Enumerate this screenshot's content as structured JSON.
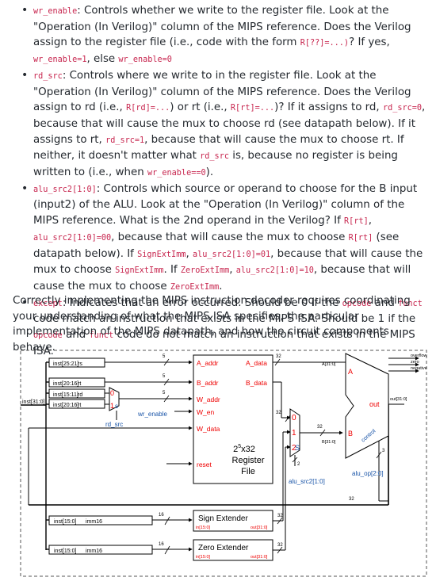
{
  "bullets": [
    {
      "parts": [
        {
          "c": "wr_enable"
        },
        {
          "t": ": Controls whether we write to the register file. Look at the \"Operation (In Verilog)\" column of the MIPS reference. Does the Verilog assign to the register file (i.e., code with the form "
        },
        {
          "c": "R[??]=...)"
        },
        {
          "t": "? If yes, "
        },
        {
          "c": "wr_enable=1"
        },
        {
          "t": ", else "
        },
        {
          "c": "wr_enable=0"
        }
      ]
    },
    {
      "parts": [
        {
          "c": "rd_src"
        },
        {
          "t": ": Controls where we write to in the register file. Look at the \"Operation (In Verilog)\" column of the MIPS reference. Does the Verilog assign to rd (i.e., "
        },
        {
          "c": "R[rd]=..."
        },
        {
          "t": ") or rt (i.e., "
        },
        {
          "c": "R[rt]=..."
        },
        {
          "t": ")? If it assigns to rd, "
        },
        {
          "c": "rd_src=0"
        },
        {
          "t": ", because that will cause the mux to choose rd (see datapath below). If it assigns to rt, "
        },
        {
          "c": "rd_src=1"
        },
        {
          "t": ", because that will cause the mux to choose rt. If neither, it doesn't matter what "
        },
        {
          "c": "rd_src"
        },
        {
          "t": " is, because no register is being written to (i.e., when "
        },
        {
          "c": "wr_enable==0"
        },
        {
          "t": ")."
        }
      ]
    },
    {
      "parts": [
        {
          "c": "alu_src2[1:0]"
        },
        {
          "t": ": Controls which source or operand to choose for the B input (input2) of the ALU. Look at the \"Operation (In Verilog)\" column of the MIPS reference. What is the 2nd operand in the Verilog? If "
        },
        {
          "c": "R[rt]"
        },
        {
          "t": ", "
        },
        {
          "c": "alu_src2[1:0]=00"
        },
        {
          "t": ", because that will cause the mux to choose "
        },
        {
          "c": "R[rt]"
        },
        {
          "t": " (see datapath below). If "
        },
        {
          "c": "SignExtImm"
        },
        {
          "t": ", "
        },
        {
          "c": "alu_src2[1:0]=01"
        },
        {
          "t": ", because that will cause the mux to choose "
        },
        {
          "c": "SignExtImm"
        },
        {
          "t": ". If "
        },
        {
          "c": "ZeroExtImm"
        },
        {
          "t": ", "
        },
        {
          "c": "alu_src2[1:0]=10"
        },
        {
          "t": ", because that will cause the mux to choose "
        },
        {
          "c": "ZeroExtImm"
        },
        {
          "t": "."
        }
      ]
    },
    {
      "parts": [
        {
          "c": "except"
        },
        {
          "t": ": Indicates that an error occurred. Should be 0 if the "
        },
        {
          "c": "opcode"
        },
        {
          "t": " and "
        },
        {
          "c": "funct"
        },
        {
          "t": " code match an instruction that exists in the MIPS ISA. Should be 1 if the "
        },
        {
          "c": "opcode"
        },
        {
          "t": " and "
        },
        {
          "c": "funct"
        },
        {
          "t": " code do not match an instruction that exists in the MIPS ISA."
        }
      ]
    }
  ],
  "paragraph": "Correctly implementing the MIPS instruction decoder requires coordinating your understanding of what the MIPS ISA specifies, the particular implementation of the MIPS datapath, and how the circuit components behave.",
  "diagram": {
    "inst_in": "inst[31:0]",
    "inst_25_21": "inst[25:21]",
    "rs": "rs",
    "inst_20_16": "inst[20:16]",
    "rt": "rt",
    "inst_15_11": "inst[15:11]",
    "rd": "rd",
    "inst_20_16b": "inst[20:16]",
    "rt2": "rt",
    "inst_15_0": "inst[15:0]",
    "imm16": "imm16",
    "inst_15_0b": "inst[15:0]",
    "imm16b": "imm16",
    "mux1_0": "0",
    "mux1_1": "1",
    "mux1_s": "s",
    "rd_src": "rd_src",
    "wr_enable": "wr_enable",
    "w5a": "5",
    "w5b": "5",
    "w5c": "5",
    "w32a": "32",
    "w32b": "32",
    "w32c": "32",
    "w32d": "32",
    "w32e": "32",
    "w32f": "32",
    "w16a": "16",
    "w16b": "16",
    "w2": "2",
    "w3": "3",
    "rf_a_addr": "A_addr",
    "rf_b_addr": "B_addr",
    "rf_w_addr": "W_addr",
    "rf_w_en": "W_en",
    "rf_w_data": "W_data",
    "rf_a_data": "A_data",
    "rf_b_data": "B_data",
    "rf_reset": "reset",
    "rf_title_base": "2",
    "rf_title_exp": "5",
    "rf_title_rest": "x32",
    "rf_title2": "Register",
    "rf_title3": "File",
    "mux2_0": "0",
    "mux2_1": "1",
    "mux2_2": "2",
    "mux2_s": "S",
    "alu_src2": "alu_src2[1:0]",
    "alu_a31": "A[31:0]",
    "alu_b31": "B[31:0]",
    "alu_A": "A",
    "alu_B": "B",
    "alu_out": "out",
    "alu_control": "control",
    "alu_op": "alu_op[2:0]",
    "out31": "out[31:0]",
    "overflow": "overflow",
    "zero": "zero",
    "negative": "negative",
    "sign_ext": "Sign Extender",
    "sign_in": "in[15:0]",
    "sign_out": "out[31:0]",
    "zero_ext": "Zero Extender",
    "zero_in": "in[15:0]",
    "zero_out": "out[31:0]"
  }
}
